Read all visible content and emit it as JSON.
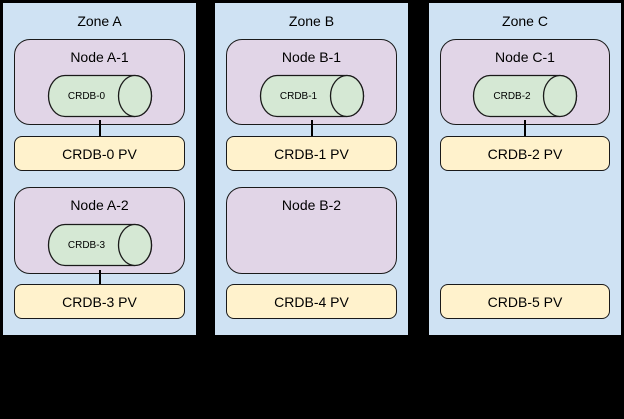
{
  "diagram": {
    "description": "Three availability zones with Kubernetes nodes, CRDB pods and persistent volumes",
    "zones": [
      {
        "title": "Zone A",
        "slot1": {
          "node_label": "Node A-1",
          "pod_label": "CRDB-0",
          "pv_label": "CRDB-0 PV"
        },
        "slot2": {
          "node_label": "Node A-2",
          "pod_label": "CRDB-3",
          "pv_label": "CRDB-3 PV"
        }
      },
      {
        "title": "Zone B",
        "slot1": {
          "node_label": "Node B-1",
          "pod_label": "CRDB-1",
          "pv_label": "CRDB-1 PV"
        },
        "slot2": {
          "node_label": "Node B-2",
          "pv_label": "CRDB-4 PV"
        }
      },
      {
        "title": "Zone C",
        "slot1": {
          "node_label": "Node C-1",
          "pod_label": "CRDB-2",
          "pv_label": "CRDB-2 PV"
        },
        "slot2": {
          "pv_label": "CRDB-5 PV"
        }
      }
    ],
    "colors": {
      "background": "#000000",
      "zone_fill": "#cfe2f3",
      "node_fill": "#e1d5e7",
      "pod_fill": "#d5e8d4",
      "pv_fill": "#fff2cc",
      "outline": "#000000"
    }
  }
}
